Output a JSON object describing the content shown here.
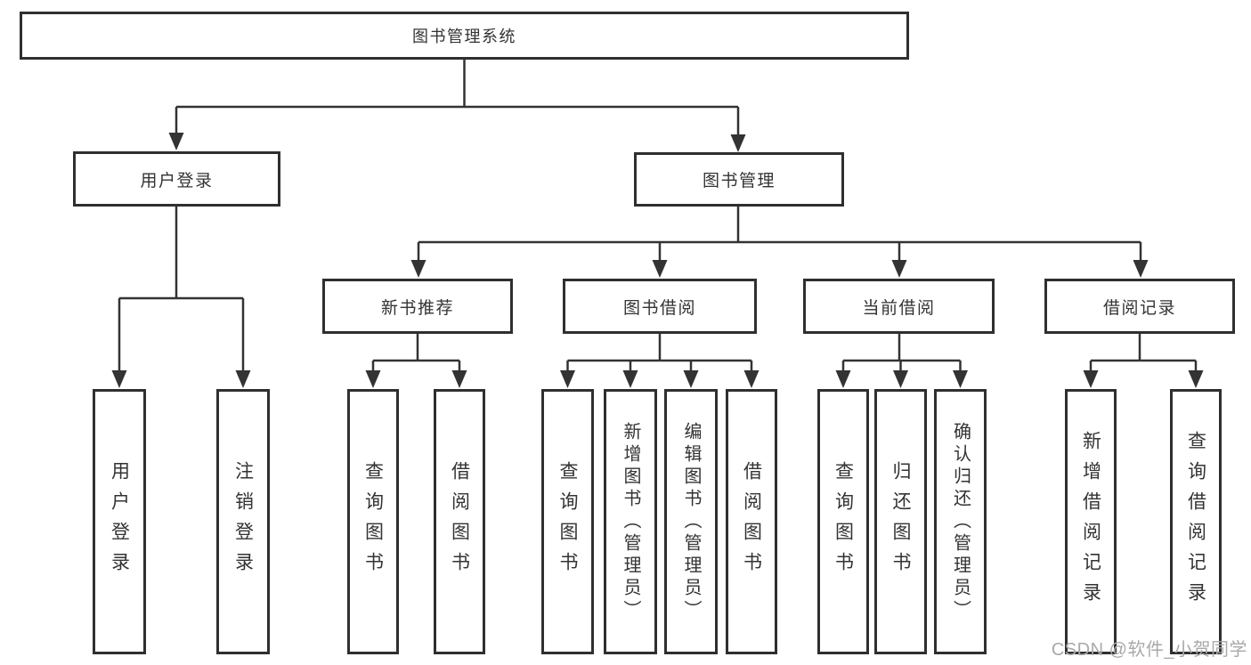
{
  "diagram": {
    "root": {
      "label": "图书管理系统"
    },
    "level2": [
      {
        "label": "用户登录"
      },
      {
        "label": "图书管理"
      }
    ],
    "level3": [
      {
        "label": "新书推荐"
      },
      {
        "label": "图书借阅"
      },
      {
        "label": "当前借阅"
      },
      {
        "label": "借阅记录"
      }
    ],
    "leaves": {
      "user_login": [
        {
          "label": "用户登录"
        },
        {
          "label": "注销登录"
        }
      ],
      "new_book": [
        {
          "label": "查询图书"
        },
        {
          "label": "借阅图书"
        }
      ],
      "book_borrow": [
        {
          "label": "查询图书"
        },
        {
          "label": "新增图书（管理员）"
        },
        {
          "label": "编辑图书（管理员）"
        },
        {
          "label": "借阅图书"
        }
      ],
      "current_borrow": [
        {
          "label": "查询图书"
        },
        {
          "label": "归还图书"
        },
        {
          "label": "确认归还（管理员）"
        }
      ],
      "borrow_records": [
        {
          "label": "新增借阅记录"
        },
        {
          "label": "查询借阅记录"
        }
      ]
    },
    "colors": {
      "line": "#333333",
      "box_border": "#2f2f2f",
      "text": "#333333",
      "background": "#ffffff",
      "watermark": "#a9a9a9"
    }
  },
  "watermark": {
    "text": "CSDN @软件_小贺同学"
  }
}
